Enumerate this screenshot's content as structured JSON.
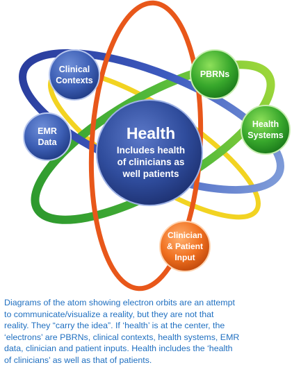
{
  "diagram": {
    "center": {
      "title": "Health",
      "subtitle_lines": [
        "Includes health",
        "of clinicians as",
        "well patients"
      ]
    },
    "electrons": [
      {
        "id": "clinical-contexts",
        "lines": [
          "Clinical",
          "Contexts"
        ],
        "color": "#3d5fb5"
      },
      {
        "id": "pbrns",
        "lines": [
          "PBRNs"
        ],
        "color": "#33a633"
      },
      {
        "id": "health-systems",
        "lines": [
          "Health",
          "Systems"
        ],
        "color": "#33a633"
      },
      {
        "id": "emr-data",
        "lines": [
          "EMR",
          "Data"
        ],
        "color": "#3d5fb5"
      },
      {
        "id": "clinician-patient-input",
        "lines": [
          "Clinician",
          "& Patient",
          "Input"
        ],
        "color": "#ee6a1a"
      }
    ],
    "orbit_colors": {
      "orange": "#e8571a",
      "blue": "#2a3e9e",
      "green": "#3aa83a",
      "yellow": "#f2d322"
    }
  },
  "caption": {
    "lines": [
      "Diagrams of the atom showing electron orbits are an attempt",
      "to communicate/visualize a reality, but they are not that",
      "reality. They “carry the idea”. If ‘health’ is at the center, the",
      "‘electrons’ are PBRNs, clinical contexts, health systems, EMR",
      "data, clinician and patient inputs. Health includes the ‘health",
      "of clinicians’ as well as that of patients."
    ]
  }
}
